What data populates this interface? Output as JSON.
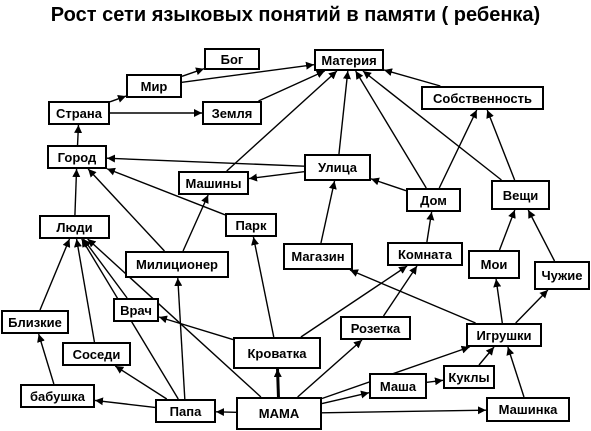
{
  "title": "Рост сети  языковых понятий в памяти ( ребенка)",
  "nodes": {
    "bog": "Бог",
    "materiya": "Материя",
    "mir": "Мир",
    "strana": "Страна",
    "zemlya": "Земля",
    "sobstvennost": "Собственность",
    "gorod": "Город",
    "ulitsa": "Улица",
    "mashiny": "Машины",
    "dom": "Дом",
    "veshchi": "Вещи",
    "lyudi": "Люди",
    "park": "Парк",
    "magazin": "Магазин",
    "komnata": "Комната",
    "moi": "Мои",
    "chuzhie": "Чужие",
    "militsioner": "Милиционер",
    "blizkie": "Близкие",
    "vrach": "Врач",
    "rozetka": "Розетка",
    "igrushki": "Игрушки",
    "sosedi": "Соседи",
    "krovatka": "Кроватка",
    "masha": "Маша",
    "kukly": "Куклы",
    "babushka": "бабушка",
    "papa": "Папа",
    "mama": "МАМА",
    "mashinka": "Машинка"
  },
  "edges": [
    [
      "mir",
      "bog"
    ],
    [
      "mir",
      "materiya"
    ],
    [
      "strana",
      "mir"
    ],
    [
      "strana",
      "zemlya"
    ],
    [
      "zemlya",
      "materiya"
    ],
    [
      "gorod",
      "strana"
    ],
    [
      "mashiny",
      "materiya"
    ],
    [
      "ulitsa",
      "materiya"
    ],
    [
      "ulitsa",
      "mashiny"
    ],
    [
      "ulitsa",
      "gorod"
    ],
    [
      "dom",
      "materiya"
    ],
    [
      "dom",
      "ulitsa"
    ],
    [
      "dom",
      "sobstvennost"
    ],
    [
      "sobstvennost",
      "materiya"
    ],
    [
      "veshchi",
      "materiya"
    ],
    [
      "veshchi",
      "sobstvennost"
    ],
    [
      "lyudi",
      "gorod"
    ],
    [
      "park",
      "gorod"
    ],
    [
      "militsioner",
      "gorod"
    ],
    [
      "militsioner",
      "mashiny"
    ],
    [
      "magazin",
      "ulitsa"
    ],
    [
      "komnata",
      "dom"
    ],
    [
      "moi",
      "veshchi"
    ],
    [
      "chuzhie",
      "veshchi"
    ],
    [
      "blizkie",
      "lyudi"
    ],
    [
      "sosedi",
      "lyudi"
    ],
    [
      "vrach",
      "lyudi"
    ],
    [
      "krovatka",
      "park"
    ],
    [
      "krovatka",
      "vrach"
    ],
    [
      "krovatka",
      "komnata"
    ],
    [
      "rozetka",
      "komnata"
    ],
    [
      "igrushki",
      "moi"
    ],
    [
      "igrushki",
      "chuzhie"
    ],
    [
      "igrushki",
      "magazin"
    ],
    [
      "masha",
      "kukly"
    ],
    [
      "kukly",
      "igrushki"
    ],
    [
      "mashinka",
      "igrushki"
    ],
    [
      "babushka",
      "blizkie"
    ],
    [
      "papa",
      "militsioner"
    ],
    [
      "papa",
      "sosedi"
    ],
    [
      "papa",
      "lyudi"
    ],
    [
      "papa",
      "babushka"
    ],
    [
      "mama",
      "papa"
    ],
    [
      "mama",
      "krovatka"
    ],
    [
      "mama",
      "lyudi"
    ],
    [
      "mama",
      "masha"
    ],
    [
      "mama",
      "igrushki"
    ],
    [
      "mama",
      "mashinka"
    ],
    [
      "mama",
      "rozetka"
    ]
  ]
}
